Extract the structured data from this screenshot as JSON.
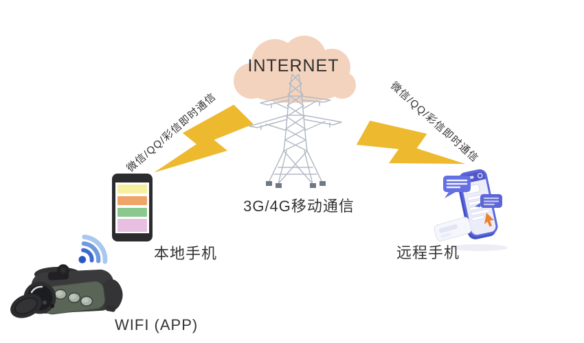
{
  "background": "#ffffff",
  "cloud": {
    "label": "INTERNET",
    "fill": "#f3d3bd",
    "text_color": "#2e2e2e"
  },
  "tower": {
    "label": "3G/4G移动通信",
    "line_color": "#b2bac6",
    "foot_color": "#6f7885"
  },
  "links": {
    "bolt_color": "#edb92f",
    "left": {
      "label": "微信/QQ/彩信即时通信"
    },
    "right": {
      "label": "微信/QQ/彩信即时通信"
    }
  },
  "local_phone": {
    "label": "本地手机",
    "frame_color": "#2c2c2e",
    "screen_bar_colors": [
      "#f5efa0",
      "#efa468",
      "#8bc88d",
      "#e8bfe1"
    ]
  },
  "wifi_icon": {
    "dot_color": "#2a58c2",
    "arc_colors": [
      "#3b6cd0",
      "#6f9ade",
      "#a9c8ee"
    ]
  },
  "device": {
    "label": "WIFI (APP)"
  },
  "remote_phone": {
    "label": "远程手机",
    "accent": "#5a68dc",
    "cursor_color": "#ee8130"
  },
  "text_color": "#333333"
}
